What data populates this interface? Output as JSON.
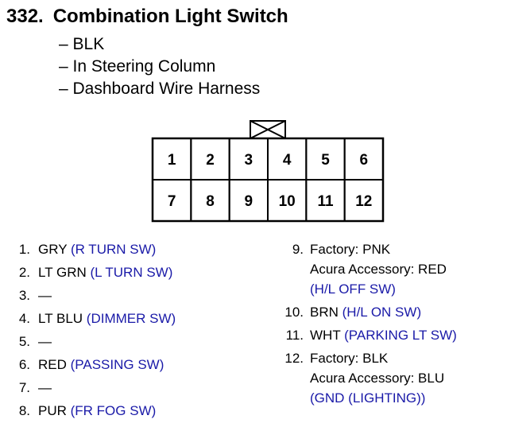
{
  "title": {
    "number": "332.",
    "text": "Combination Light Switch"
  },
  "details": [
    "– BLK",
    "– In Steering Column",
    "– Dashboard Wire Harness"
  ],
  "connector": {
    "top_row": [
      "1",
      "2",
      "3",
      "4",
      "5",
      "6"
    ],
    "bottom_row": [
      "7",
      "8",
      "9",
      "10",
      "11",
      "12"
    ]
  },
  "pins_left": [
    {
      "num": "1.",
      "lines": [
        {
          "wire": "GRY",
          "fn": "(R TURN SW)"
        }
      ]
    },
    {
      "num": "2.",
      "lines": [
        {
          "wire": "LT GRN",
          "fn": "(L TURN SW)"
        }
      ]
    },
    {
      "num": "3.",
      "lines": [
        {
          "wire": "—",
          "fn": ""
        }
      ]
    },
    {
      "num": "4.",
      "lines": [
        {
          "wire": "LT BLU",
          "fn": "(DIMMER SW)"
        }
      ]
    },
    {
      "num": "5.",
      "lines": [
        {
          "wire": "—",
          "fn": ""
        }
      ]
    },
    {
      "num": "6.",
      "lines": [
        {
          "wire": "RED",
          "fn": "(PASSING SW)"
        }
      ]
    },
    {
      "num": "7.",
      "lines": [
        {
          "wire": "—",
          "fn": ""
        }
      ]
    },
    {
      "num": "8.",
      "lines": [
        {
          "wire": "PUR",
          "fn": "(FR FOG SW)"
        }
      ]
    }
  ],
  "pins_right": [
    {
      "num": "9.",
      "lines": [
        {
          "wire": "Factory: PNK",
          "fn": ""
        },
        {
          "wire": "Acura Accessory: RED",
          "fn": ""
        },
        {
          "wire": "",
          "fn": "(H/L OFF SW)"
        }
      ]
    },
    {
      "num": "10.",
      "lines": [
        {
          "wire": "BRN",
          "fn": "(H/L ON SW)"
        }
      ]
    },
    {
      "num": "11.",
      "lines": [
        {
          "wire": "WHT",
          "fn": "(PARKING LT SW)"
        }
      ]
    },
    {
      "num": "12.",
      "lines": [
        {
          "wire": "Factory: BLK",
          "fn": ""
        },
        {
          "wire": "Acura Accessory: BLU",
          "fn": ""
        },
        {
          "wire": "",
          "fn": "(GND (LIGHTING))"
        }
      ]
    }
  ]
}
